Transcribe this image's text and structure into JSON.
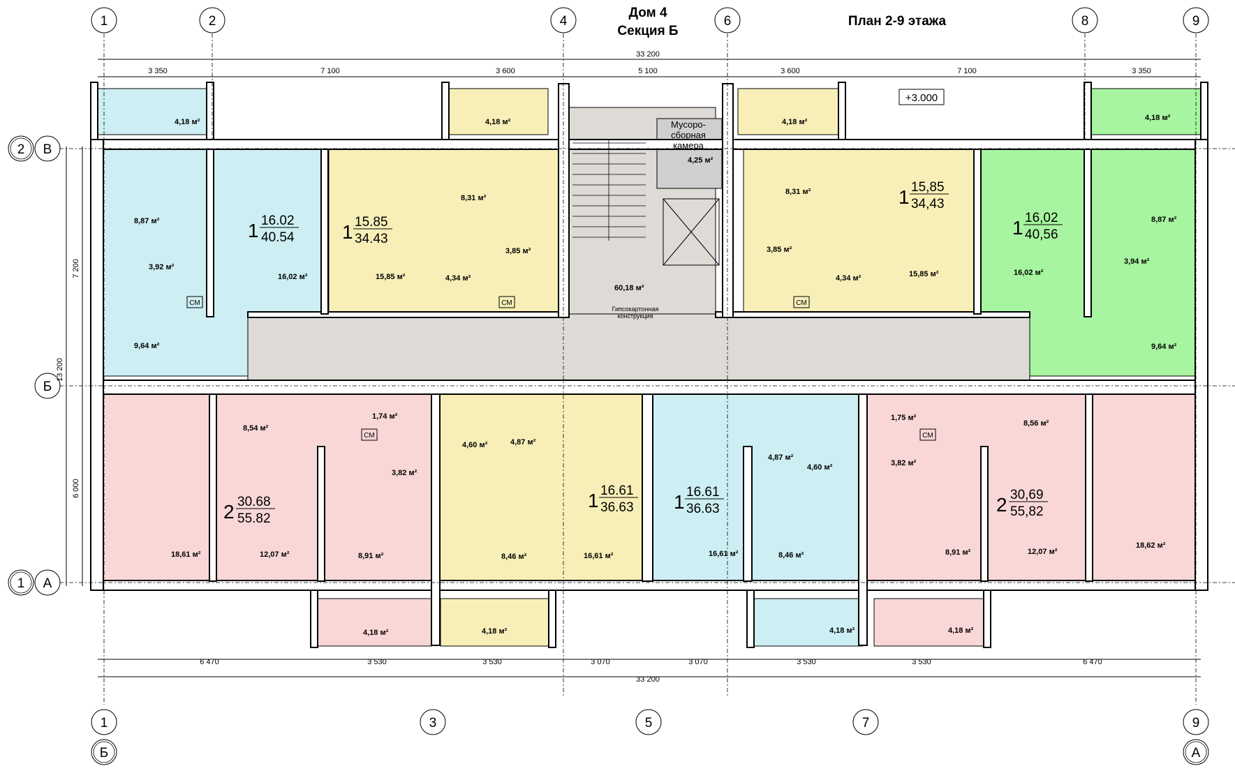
{
  "title": {
    "house": "Дом 4",
    "section": "Секция Б",
    "plan": "План 2-9 этажа",
    "level_mark": "+3.000"
  },
  "axes": {
    "top": [
      "1",
      "2",
      "4",
      "6",
      "8",
      "9"
    ],
    "bottom": [
      "1",
      "3",
      "5",
      "7",
      "9"
    ],
    "bottom_letters": [
      "Б",
      "А"
    ],
    "left_rows": [
      {
        "num": "2",
        "letter": "В"
      },
      {
        "num": "",
        "letter": "Б"
      },
      {
        "num": "1",
        "letter": "А"
      }
    ]
  },
  "dimensions": {
    "top_total": "33 200",
    "top_segments": [
      "3 350",
      "7 100",
      "3 600",
      "5 100",
      "3 600",
      "7 100",
      "3 350"
    ],
    "bottom_segments": [
      "6 470",
      "3 530",
      "3 530",
      "3 070",
      "3 070",
      "3 530",
      "3 530",
      "6 470"
    ],
    "bottom_total": "33 200",
    "left": [
      "7 200",
      "13 200",
      "6 000"
    ]
  },
  "colors": {
    "blue": "#cdeef2",
    "yellow": "#f8efb8",
    "green": "#a7f5a0",
    "pink": "#f9d7d7",
    "grey": "#dedad6",
    "lightgrey": "#cfcfcf"
  },
  "apartments": [
    {
      "rooms": "1",
      "living": "16.02",
      "total": "40.54"
    },
    {
      "rooms": "1",
      "living": "15.85",
      "total": "34.43"
    },
    {
      "rooms": "1",
      "living": "15,85",
      "total": "34,43"
    },
    {
      "rooms": "1",
      "living": "16,02",
      "total": "40,56"
    },
    {
      "rooms": "2",
      "living": "30.68",
      "total": "55.82"
    },
    {
      "rooms": "1",
      "living": "16.61",
      "total": "36.63"
    },
    {
      "rooms": "1",
      "living": "16.61",
      "total": "36.63"
    },
    {
      "rooms": "2",
      "living": "30,69",
      "total": "55,82"
    }
  ],
  "room_areas": {
    "balc_tl": "4,18 м²",
    "balc_t2": "4,18 м²",
    "balc_t3": "4,18 м²",
    "balc_tr": "4,18 м²",
    "kitchen_tl": "8,87 м²",
    "bath_tl": "3,92 м²",
    "living_tl": "16,02 м²",
    "hall_tl": "9,64 м²",
    "living_t2": "15,85 м²",
    "kitchen_t2": "8,31 м²",
    "hall_t2": "4,34 м²",
    "bath_t2": "3,85 м²",
    "garbage": "4,25 м²",
    "corridor": "60,18 м²",
    "kitchen_t3": "8,31 м²",
    "bath_t3": "3,85 м²",
    "hall_t3": "4,34 м²",
    "living_t3": "15,85 м²",
    "living_tr": "16,02 м²",
    "kitchen_tr": "8,87 м²",
    "bath_tr": "3,94 м²",
    "hall_tr": "9,64 м²",
    "hall_b1": "8,54 м²",
    "wc_b1": "1,74 м²",
    "bath_b1": "3,82 м²",
    "bath_b2": "4,60 м²",
    "hall_b2": "4,87 м²",
    "room_b1a": "18,61 м²",
    "room_b1b": "12,07 м²",
    "kitchen_b1": "8,91 м²",
    "kitchen_b2": "8,46 м²",
    "living_b2": "16,61 м²",
    "living_b3": "16,61 м²",
    "hall_b3": "4,87 м²",
    "bath_b3": "4,60 м²",
    "kitchen_b3": "8,46 м²",
    "wc_b4": "1,75 м²",
    "bath_b4": "3,82 м²",
    "hall_b4": "8,56 м²",
    "kitchen_b4": "8,91 м²",
    "room_b4b": "12,07 м²",
    "room_b4a": "18,62 м²",
    "balc_b1": "4,18 м²",
    "balc_b2": "4,18 м²",
    "balc_b3": "4,18 м²",
    "balc_b4": "4,18 м²"
  },
  "labels": {
    "garbage_room": [
      "Мусоро-",
      "сборная",
      "камера"
    ],
    "drywall": [
      "Гипсокартонная",
      "конструкция"
    ],
    "washer": "СМ"
  }
}
